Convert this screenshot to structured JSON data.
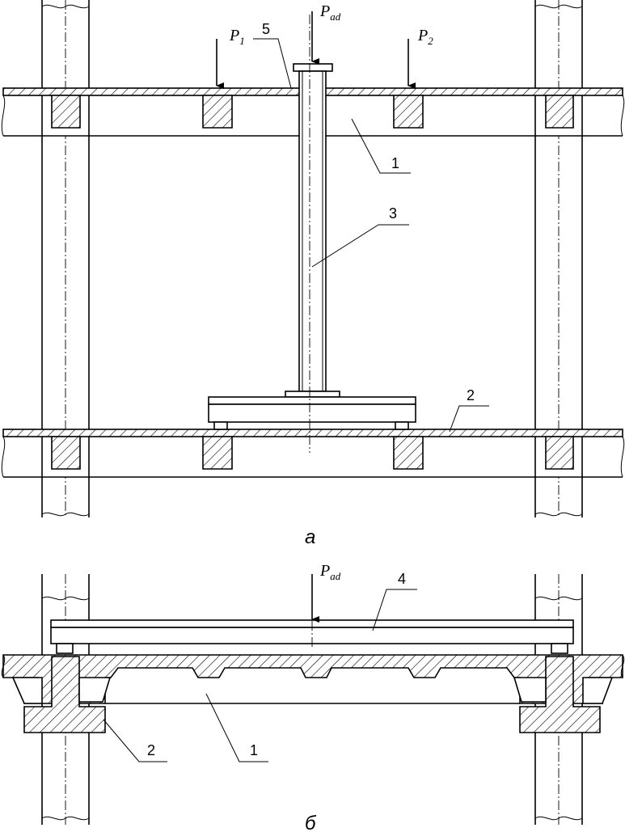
{
  "figure_a": {
    "caption": "а",
    "load_P_main": "P",
    "load_P_main_sub": "ad",
    "load_P1": "P",
    "load_P1_sub": "1",
    "load_P2": "P",
    "load_P2_sub": "2",
    "callouts": [
      "5",
      "1",
      "3",
      "2"
    ]
  },
  "figure_b": {
    "caption": "б",
    "load_P_main": "P",
    "load_P_main_sub": "ad",
    "callouts": [
      "4",
      "2",
      "1"
    ]
  }
}
